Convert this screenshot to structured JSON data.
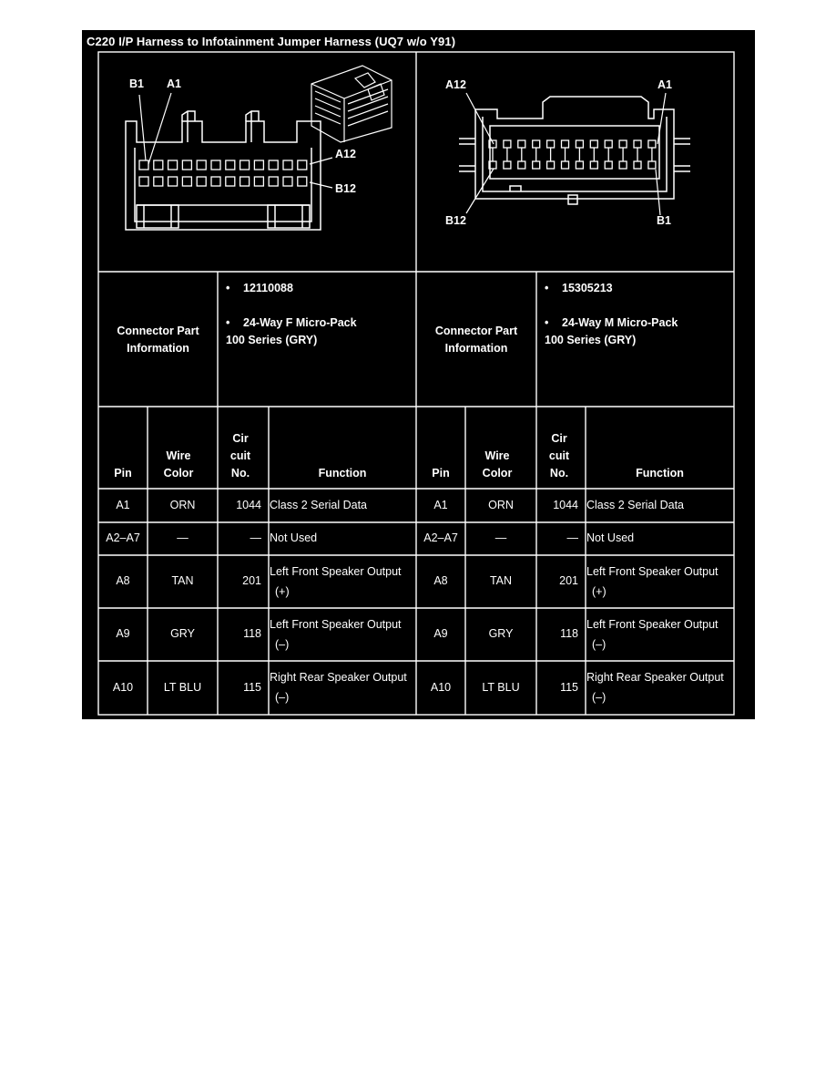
{
  "title": "C220 I/P Harness to Infotainment Jumper Harness (UQ7 w/o Y91)",
  "left": {
    "diagram_labels": {
      "b1": "B1",
      "a1": "A1",
      "a12": "A12",
      "b12": "B12"
    },
    "connector_info_label": "Connector Part Information",
    "part_number": "12110088",
    "description": "24-Way F Micro-Pack",
    "series": "100 Series (GRY)"
  },
  "right": {
    "diagram_labels": {
      "a12": "A12",
      "a1": "A1",
      "b12": "B12",
      "b1": "B1"
    },
    "connector_info_label": "Connector Part Information",
    "part_number": "15305213",
    "description": "24-Way M Micro-Pack",
    "series": "100 Series (GRY)"
  },
  "bullet": "•",
  "headers": {
    "pin": "Pin",
    "wire_color": "Wire Color",
    "circuit": "Cir cuit No.",
    "function": "Function"
  },
  "rows": [
    {
      "pin": "A1",
      "color": "ORN",
      "circuit": "1044",
      "function": "Class 2 Serial Data",
      "sub": ""
    },
    {
      "pin": "A2–A7",
      "color": "—",
      "circuit": "—",
      "function": "Not Used",
      "sub": ""
    },
    {
      "pin": "A8",
      "color": "TAN",
      "circuit": "201",
      "function": "Left Front Speaker Output",
      "sub": "(+)"
    },
    {
      "pin": "A9",
      "color": "GRY",
      "circuit": "118",
      "function": "Left Front Speaker Output",
      "sub": "(–)"
    },
    {
      "pin": "A10",
      "color": "LT BLU",
      "circuit": "115",
      "function": "Right Rear Speaker Output",
      "sub": "(–)"
    }
  ],
  "colors": {
    "background": "#000000",
    "foreground": "#ffffff",
    "page": "#ffffff"
  }
}
